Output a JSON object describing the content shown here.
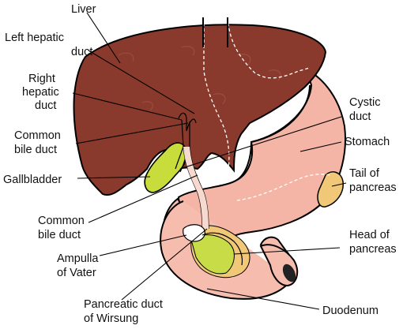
{
  "labels": {
    "liver": "Liver",
    "left_hepatic": [
      "Left hepatic",
      "duct"
    ],
    "right_hepatic": [
      "Right",
      "hepatic",
      "duct"
    ],
    "common_bile_upper": [
      "Common",
      "bile duct"
    ],
    "gallbladder": "Gallbladder",
    "common_bile_lower": [
      "Common",
      "bile duct"
    ],
    "ampulla": [
      "Ampulla",
      "of Vater"
    ],
    "pancreatic_duct": [
      "Pancreatic duct",
      "of Wirsung"
    ],
    "cystic": [
      "Cystic",
      "duct"
    ],
    "stomach": "Stomach",
    "tail_pancreas": [
      "Tail of",
      "pancreas"
    ],
    "head_pancreas": [
      "Head of",
      "pancreas"
    ],
    "duodenum": "Duodenum"
  },
  "colors": {
    "liver": "#8a3a2c",
    "liver_texture": "#a85847",
    "stomach": "#f4b5a6",
    "duodenum": "#f6bcae",
    "gallbladder": "#c8dc3c",
    "pancreas": "#f0c878",
    "pancreas_head_green": "#c8dc48",
    "outline": "#000000"
  }
}
